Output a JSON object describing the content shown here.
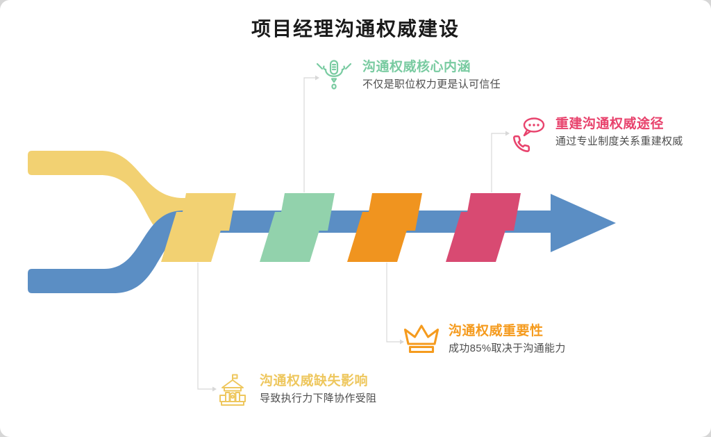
{
  "title": "项目经理沟通权威建设",
  "colors": {
    "ribbon_blue": "#5b8ec4",
    "ribbon_yellow": "#f2d172",
    "ribbon_green": "#92d2ac",
    "ribbon_orange": "#f0941f",
    "ribbon_pink": "#d84a72",
    "connector": "#d8d8d8",
    "title_text": "#1a1a1a",
    "subtitle_text": "#4d4d4d",
    "background": "#ffffff"
  },
  "callouts": [
    {
      "id": "core",
      "title": "沟通权威核心内涵",
      "subtitle": "不仅是职位权力更是认可信任",
      "accent": "#79cba1",
      "icon": "microphone-icon"
    },
    {
      "id": "rebuild",
      "title": "重建沟通权威途径",
      "subtitle": "通过专业制度关系重建权威",
      "accent": "#e8436d",
      "icon": "phone-chat-icon"
    },
    {
      "id": "importance",
      "title": "沟通权威重要性",
      "subtitle": "成功85%取决于沟通能力",
      "accent": "#f59b1e",
      "icon": "crown-icon"
    },
    {
      "id": "absence",
      "title": "沟通权威缺失影响",
      "subtitle": "导致执行力下降协作受阻",
      "accent": "#eec75e",
      "icon": "bank-icon"
    }
  ]
}
